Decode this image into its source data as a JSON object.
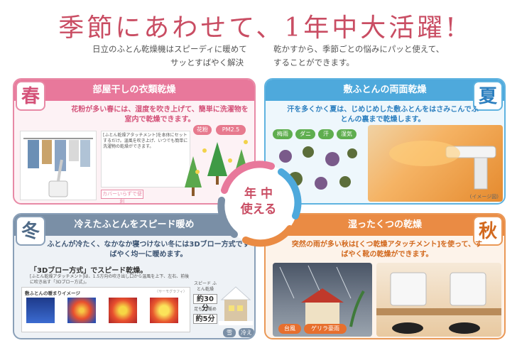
{
  "title": "季節にあわせて、1年中大活躍!",
  "intro": {
    "left_line1": "日立のふとん乾燥機はスピーディに暖めて",
    "left_line2": "サッとすばやく解決",
    "right_line1": "乾かすから、季節ごとの悩みにパッと使えて、",
    "right_line2": "することができます。"
  },
  "spring": {
    "season": "春",
    "header": "部屋干しの衣類乾燥",
    "lead": "花粉が多い春には、湿度を吹き上げて、簡単に洗濯物を室内で乾燥できます。",
    "badges": [
      "花粉",
      "PM2.5"
    ],
    "info": "[ふとん乾燥アタッチメント]を本体にセットするだけ。温風を吹き上げ、いつでも簡単に洗濯物の乾燥ができます。",
    "footer": "カバーいらずで便利"
  },
  "summer": {
    "season": "夏",
    "header": "敷ふとんの両面乾燥",
    "lead": "汗を多くかく夏は、じめじめした敷ふとんをはさみこんでふとんの裏まで乾燥します。",
    "tags": [
      "梅雨",
      "ダニ",
      "汗",
      "湿気"
    ],
    "note": "(イメージ図)"
  },
  "winter": {
    "season": "冬",
    "header": "冷えたふとんをスピード暖め",
    "lead": "ふとんが冷たく、なかなか寝つけない冬には3Dブロー方式ですばやく均一に暖めます。",
    "subtitle": "「3Dブロー方式」でスピード乾燥。",
    "small": "[ふとん乾燥アタッチメント]は、1.5方向の吹き出し口から温風を上下、左右、前後に吹き出す「3Dブロー方式」。",
    "thermo_label": "敷ふとんの暖まりイメージ",
    "thermo_caption": "（サーモグラフィ）",
    "stats": [
      {
        "label": "スピード ふとん乾燥",
        "value": "約30分"
      },
      {
        "label": "足もと 暖め",
        "value": "約5分"
      }
    ],
    "tags": [
      "雪",
      "冷え"
    ]
  },
  "autumn": {
    "season": "秋",
    "header": "湿ったくつの乾燥",
    "lead": "突然の雨が多い秋は[くつ乾燥アタッチメント]を使って、すばやく靴の乾燥ができます。",
    "tags": [
      "台風",
      "ゲリラ豪雨"
    ]
  },
  "center": {
    "line1": "年 中",
    "line2": "使える"
  },
  "colors": {
    "spring": "#e8789b",
    "summer": "#4ea9dc",
    "winter": "#7a8fa6",
    "autumn": "#ea8b44",
    "title": "#c94d63"
  }
}
